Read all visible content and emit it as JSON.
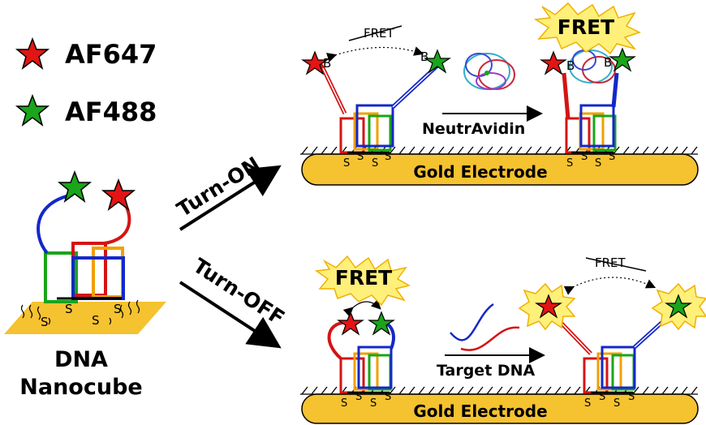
{
  "legend": {
    "af647": {
      "label": "AF647",
      "color": "#e31414"
    },
    "af488": {
      "label": "AF488",
      "color": "#1aa51a"
    }
  },
  "nanocube": {
    "line1": "DNA",
    "line2": "Nanocube",
    "thiol": "S"
  },
  "arrows": {
    "turn_on": "Turn-ON",
    "turn_off": "Turn-OFF"
  },
  "top_panel": {
    "electrode": "Gold Electrode",
    "crossed_fret": "FRET",
    "biotin": "B",
    "reagent": "NeutrAvidin",
    "fret_burst": "FRET"
  },
  "bottom_panel": {
    "electrode": "Gold Electrode",
    "fret_burst": "FRET",
    "reagent": "Target DNA",
    "crossed_fret": "FRET"
  },
  "colors": {
    "red": "#d41414",
    "blue": "#1428c8",
    "green": "#1aa51a",
    "orange": "#f0a000",
    "gold": "#f5c230",
    "burst": "#fff07a",
    "burst_edge": "#f0b000"
  }
}
